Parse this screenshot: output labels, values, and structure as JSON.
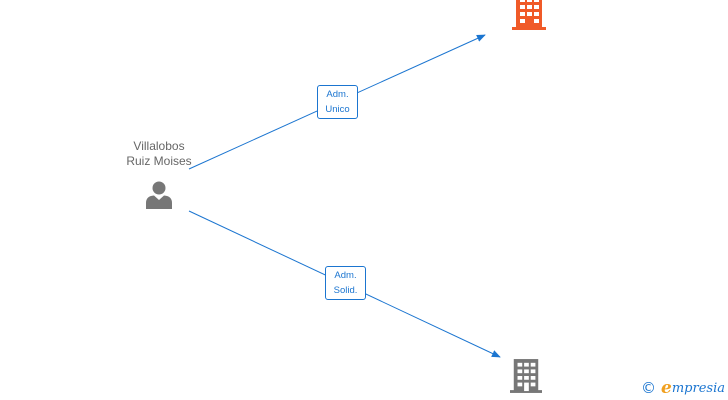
{
  "person": {
    "name_line1": "Villalobos",
    "name_line2": "Ruiz Moises",
    "icon": "person-icon"
  },
  "relations": [
    {
      "label_line1": "Adm.",
      "label_line2": "Unico",
      "target": "company-top"
    },
    {
      "label_line1": "Adm.",
      "label_line2": "Solid.",
      "target": "company-bottom"
    }
  ],
  "companies": [
    {
      "icon": "building-icon",
      "color": "#f05a28"
    },
    {
      "icon": "building-icon",
      "color": "#777777"
    }
  ],
  "colors": {
    "edge": "#1b75d0",
    "person_text": "#666666",
    "person_icon": "#777777"
  },
  "brand": {
    "copyright": "©",
    "initial": "e",
    "rest": "mpresia"
  }
}
